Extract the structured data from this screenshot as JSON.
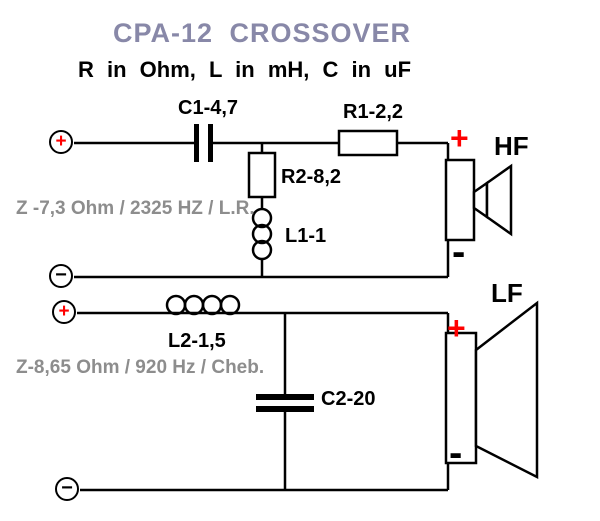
{
  "title": "CPA-12 CROSSOVER",
  "units_line": "R in Ohm, L in mH, C in uF",
  "colors": {
    "title": "#8888a8",
    "note_gray": "#8d8d8d",
    "plus_red": "#ff0000",
    "wire": "#000000"
  },
  "hf": {
    "input_plus": "+",
    "input_minus": "−",
    "c1_label": "C1-4,7",
    "r1_label": "R1-2,2",
    "r2_label": "R2-8,2",
    "l1_label": "L1-1",
    "note": "Z -7,3 Ohm / 2325 HZ / L.R.",
    "speaker_label": "HF",
    "speaker_plus": "+",
    "speaker_minus": "-"
  },
  "lf": {
    "input_plus": "+",
    "input_minus": "−",
    "l2_label": "L2-1,5",
    "c2_label": "C2-20",
    "note": "Z-8,65 Ohm / 920 Hz / Cheb.",
    "speaker_label": "LF",
    "speaker_plus": "+",
    "speaker_minus": "-"
  }
}
